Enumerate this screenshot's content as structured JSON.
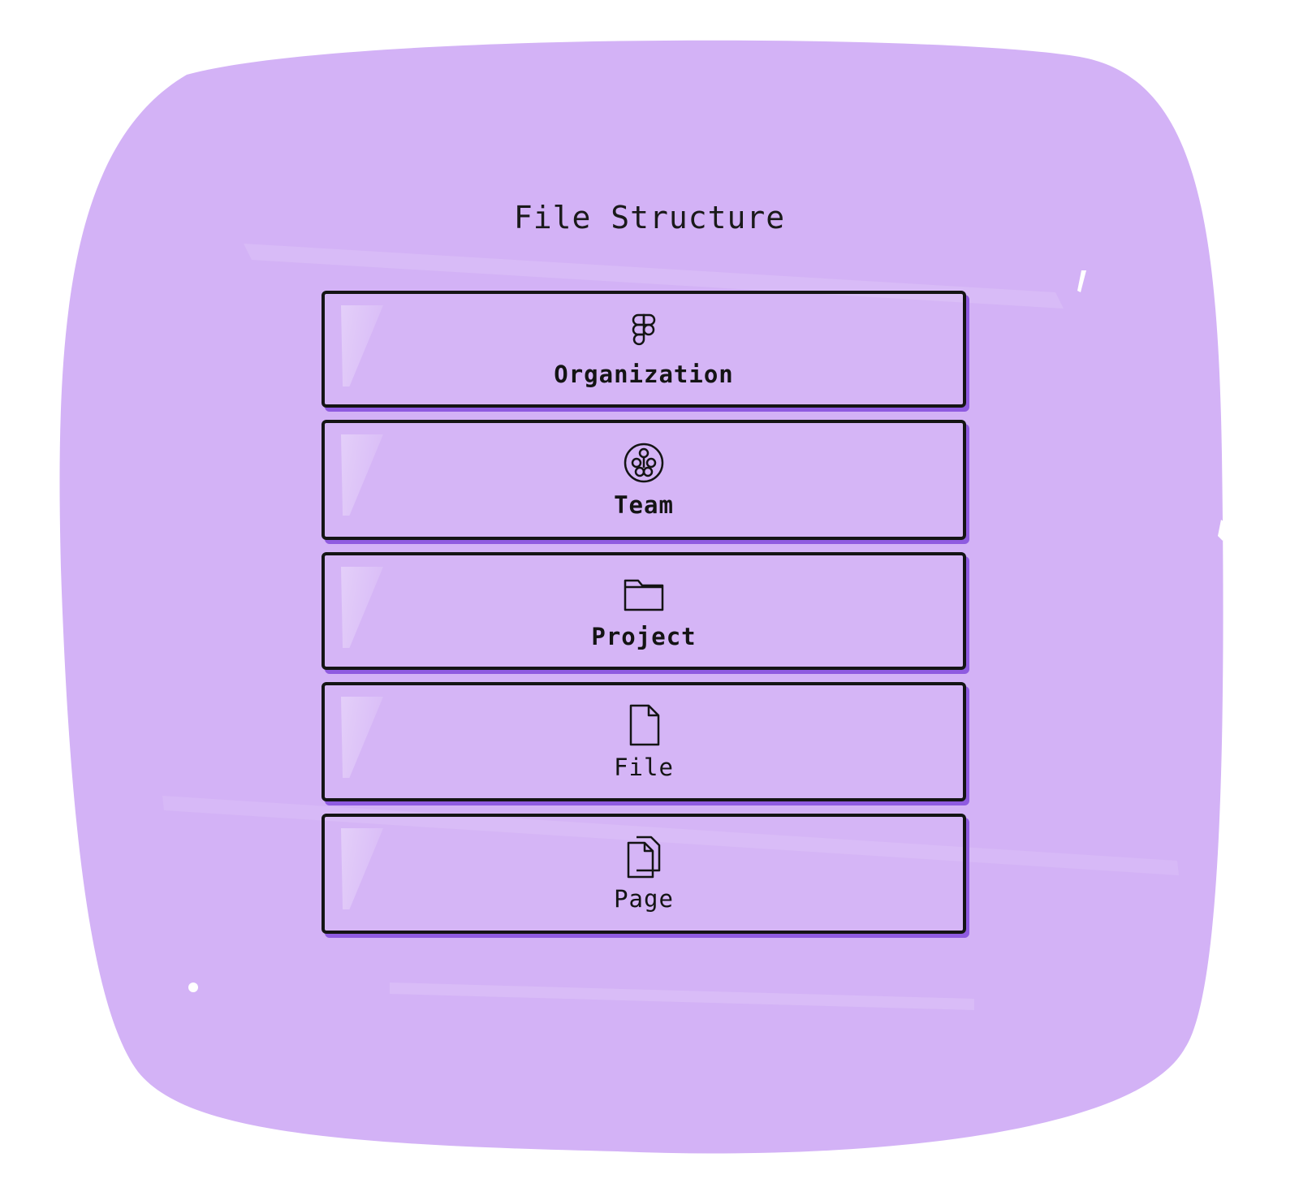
{
  "diagram": {
    "title": "File Structure",
    "background_color": "#d3b2f6",
    "border_color": "#141414",
    "shadow_color": "#8f5be0",
    "layers": [
      {
        "label": "Organization",
        "icon": "figma-logo-icon"
      },
      {
        "label": "Team",
        "icon": "team-icon"
      },
      {
        "label": "Project",
        "icon": "folder-icon"
      },
      {
        "label": "File",
        "icon": "file-icon"
      },
      {
        "label": "Page",
        "icon": "pages-icon"
      }
    ]
  }
}
